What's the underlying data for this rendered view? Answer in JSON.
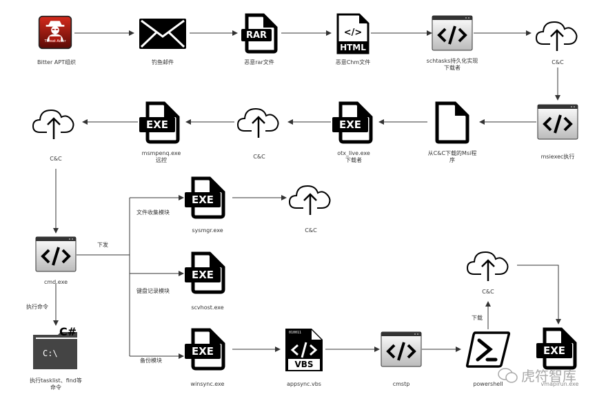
{
  "diagram": {
    "title": "Bitter APT attack chain",
    "nodes": {
      "threat_actor": {
        "label": "Bitter APT组织",
        "icon": "threat-actor-icon",
        "badge": "Threat Actor"
      },
      "phishing_mail": {
        "label": "钓鱼邮件",
        "icon": "envelope-icon"
      },
      "rar_file": {
        "label": "恶意rar文件",
        "icon": "rar-file-icon",
        "badge": "RAR"
      },
      "chm_file": {
        "label": "恶意Chm文件",
        "icon": "html-file-icon",
        "badge": "HTML"
      },
      "schtasks": {
        "label_line1": "schtasks持久化实现",
        "label_line2": "下载者",
        "icon": "code-window-icon"
      },
      "cc1": {
        "label": "C&C",
        "icon": "cloud-upload-icon"
      },
      "msiexec": {
        "label": "msiexec执行",
        "icon": "code-window-icon"
      },
      "msi_file": {
        "label_line1": "从C&C下载的Msi程",
        "label_line2": "序",
        "icon": "file-icon"
      },
      "otx_live": {
        "label_line1": "otx_live.exe",
        "label_line2": "下载者",
        "icon": "exe-file-icon",
        "badge": "EXE"
      },
      "cc2": {
        "label": "C&C",
        "icon": "cloud-upload-icon"
      },
      "msmpenq": {
        "label_line1": "msmpenq.exe",
        "label_line2": "远控",
        "icon": "exe-file-icon",
        "badge": "EXE"
      },
      "cc3": {
        "label": "C&C",
        "icon": "cloud-upload-icon"
      },
      "cmd": {
        "label": "cmd.exe",
        "icon": "code-window-icon"
      },
      "console": {
        "label_line1": "执行tasklist、find等",
        "label_line2": "命令",
        "icon": "csharp-console-icon",
        "badge": "C#",
        "prompt": "C:\\"
      },
      "sysmgr": {
        "label": "sysmgr.exe",
        "icon": "exe-file-icon",
        "badge": "EXE"
      },
      "cc4": {
        "label": "C&C",
        "icon": "cloud-upload-icon"
      },
      "scvhost": {
        "label": "scvhost.exe",
        "icon": "exe-file-icon",
        "badge": "EXE"
      },
      "winsync": {
        "label": "winsync.exe",
        "icon": "exe-file-icon",
        "badge": "EXE"
      },
      "appsync": {
        "label": "appsync.vbs",
        "icon": "vbs-file-icon",
        "badge": "VBS",
        "bits": "010011"
      },
      "cmstp": {
        "label": "cmstp",
        "icon": "code-window-icon"
      },
      "powershell": {
        "label": "powershell",
        "icon": "powershell-icon"
      },
      "cc5": {
        "label": "C&C",
        "icon": "cloud-upload-icon"
      },
      "vmapirun": {
        "label": "vmapirun.exe",
        "icon": "exe-file-icon",
        "badge": "EXE"
      }
    },
    "edge_labels": {
      "issue": "下发",
      "file_collect": "文件收集模块",
      "keylogger": "键盘记录模块",
      "backup": "备份模块",
      "exec_cmd": "执行命令",
      "download": "下载"
    },
    "watermark": "虎符智库"
  }
}
